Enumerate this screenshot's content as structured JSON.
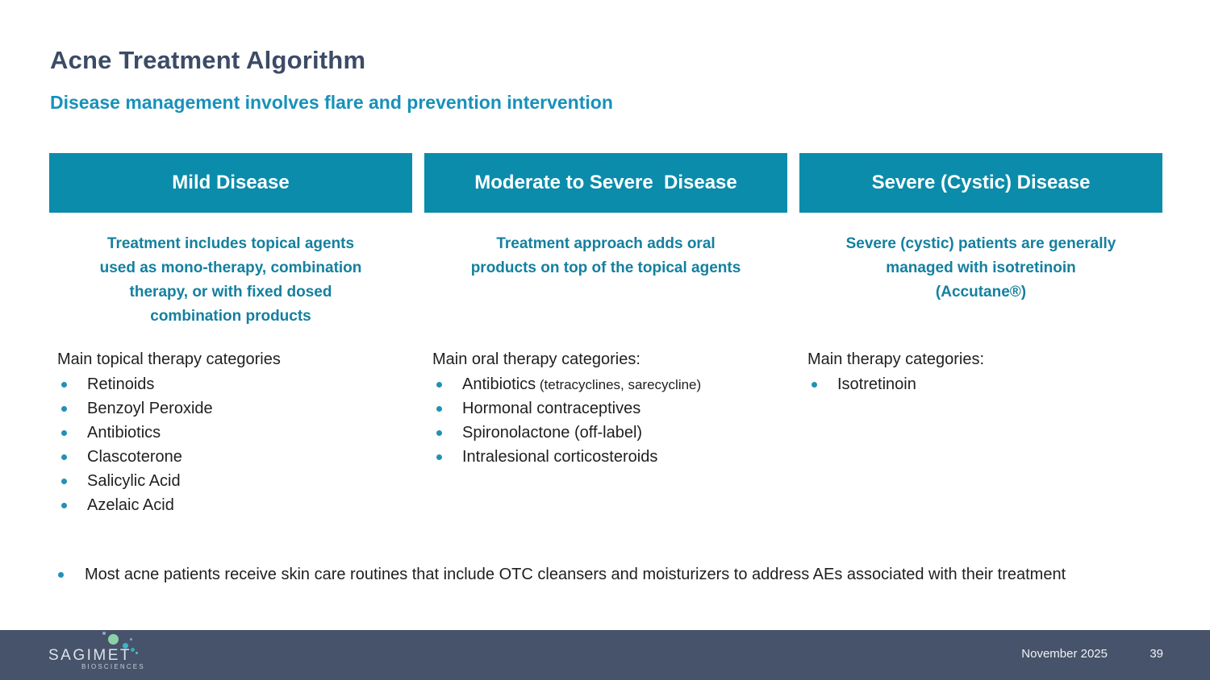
{
  "slide": {
    "title": "Acne Treatment Algorithm",
    "subtitle": "Disease management involves flare and prevention intervention",
    "columns": [
      {
        "header": "Mild Disease",
        "description_lines": [
          "Treatment includes topical agents",
          "used as mono-therapy, combination",
          "therapy, or with fixed dosed",
          "combination products"
        ],
        "list_title": "Main topical therapy categories",
        "items": [
          {
            "main": "Retinoids",
            "note": ""
          },
          {
            "main": "Benzoyl Peroxide",
            "note": ""
          },
          {
            "main": "Antibiotics",
            "note": ""
          },
          {
            "main": "Clascoterone",
            "note": ""
          },
          {
            "main": "Salicylic Acid",
            "note": ""
          },
          {
            "main": "Azelaic Acid",
            "note": ""
          }
        ]
      },
      {
        "header": "Moderate to Severe  Disease",
        "description_lines": [
          "Treatment approach adds oral",
          "products on top of the topical agents"
        ],
        "list_title": "Main oral therapy categories:",
        "items": [
          {
            "main": "Antibiotics",
            "note": " (tetracyclines, sarecycline)"
          },
          {
            "main": "Hormonal contraceptives",
            "note": ""
          },
          {
            "main": "Spironolactone (off-label)",
            "note": ""
          },
          {
            "main": "Intralesional corticosteroids",
            "note": ""
          }
        ]
      },
      {
        "header": "Severe (Cystic) Disease",
        "description_lines": [
          "Severe (cystic) patients are generally",
          "managed with isotretinoin",
          "(Accutane®)"
        ],
        "list_title": "Main therapy categories:",
        "items": [
          {
            "main": "Isotretinoin",
            "note": ""
          }
        ]
      }
    ],
    "footnote": "Most acne patients receive skin care routines that include OTC cleansers and moisturizers to address AEs associated with their treatment",
    "footer": {
      "logo_text": "SAGIMET",
      "logo_subtext": "BIOSCIENCES",
      "date": "November 2025",
      "page_number": "39"
    },
    "colors": {
      "title": "#3c4b66",
      "subtitle": "#1791ba",
      "header_box": "#0b8caa",
      "description_text": "#14809f",
      "body_text": "#1f1f1f",
      "bullet": "#2191b5",
      "footer_bg": "#47536a"
    }
  }
}
